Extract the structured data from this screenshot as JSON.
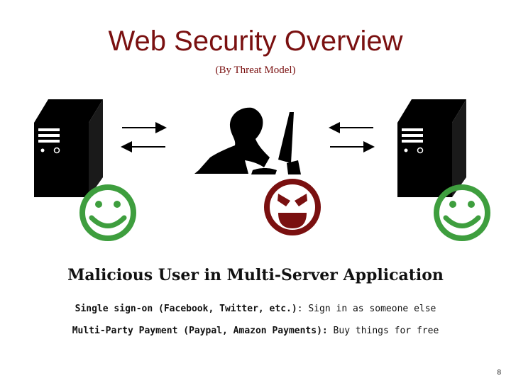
{
  "slide": {
    "title": "Web Security Overview",
    "subtitle": "(By Threat Model)",
    "heading": "Malicious User in Multi-Server Application",
    "line1": {
      "bold": "Single sign-on (Facebook, Twitter, etc.)",
      "rest": ": Sign in as someone else"
    },
    "line2": {
      "bold": "Multi-Party Payment (Paypal, Amazon Payments):",
      "rest": " Buy things for free"
    },
    "page_number": "8"
  },
  "colors": {
    "title": "#7a1010",
    "happy_face": "#3e9e3e",
    "evil_face": "#7a1010",
    "server": "#000000"
  },
  "icons": [
    "server-icon",
    "happy-face-icon",
    "hacker-icon",
    "evil-face-icon",
    "arrow-icon"
  ]
}
